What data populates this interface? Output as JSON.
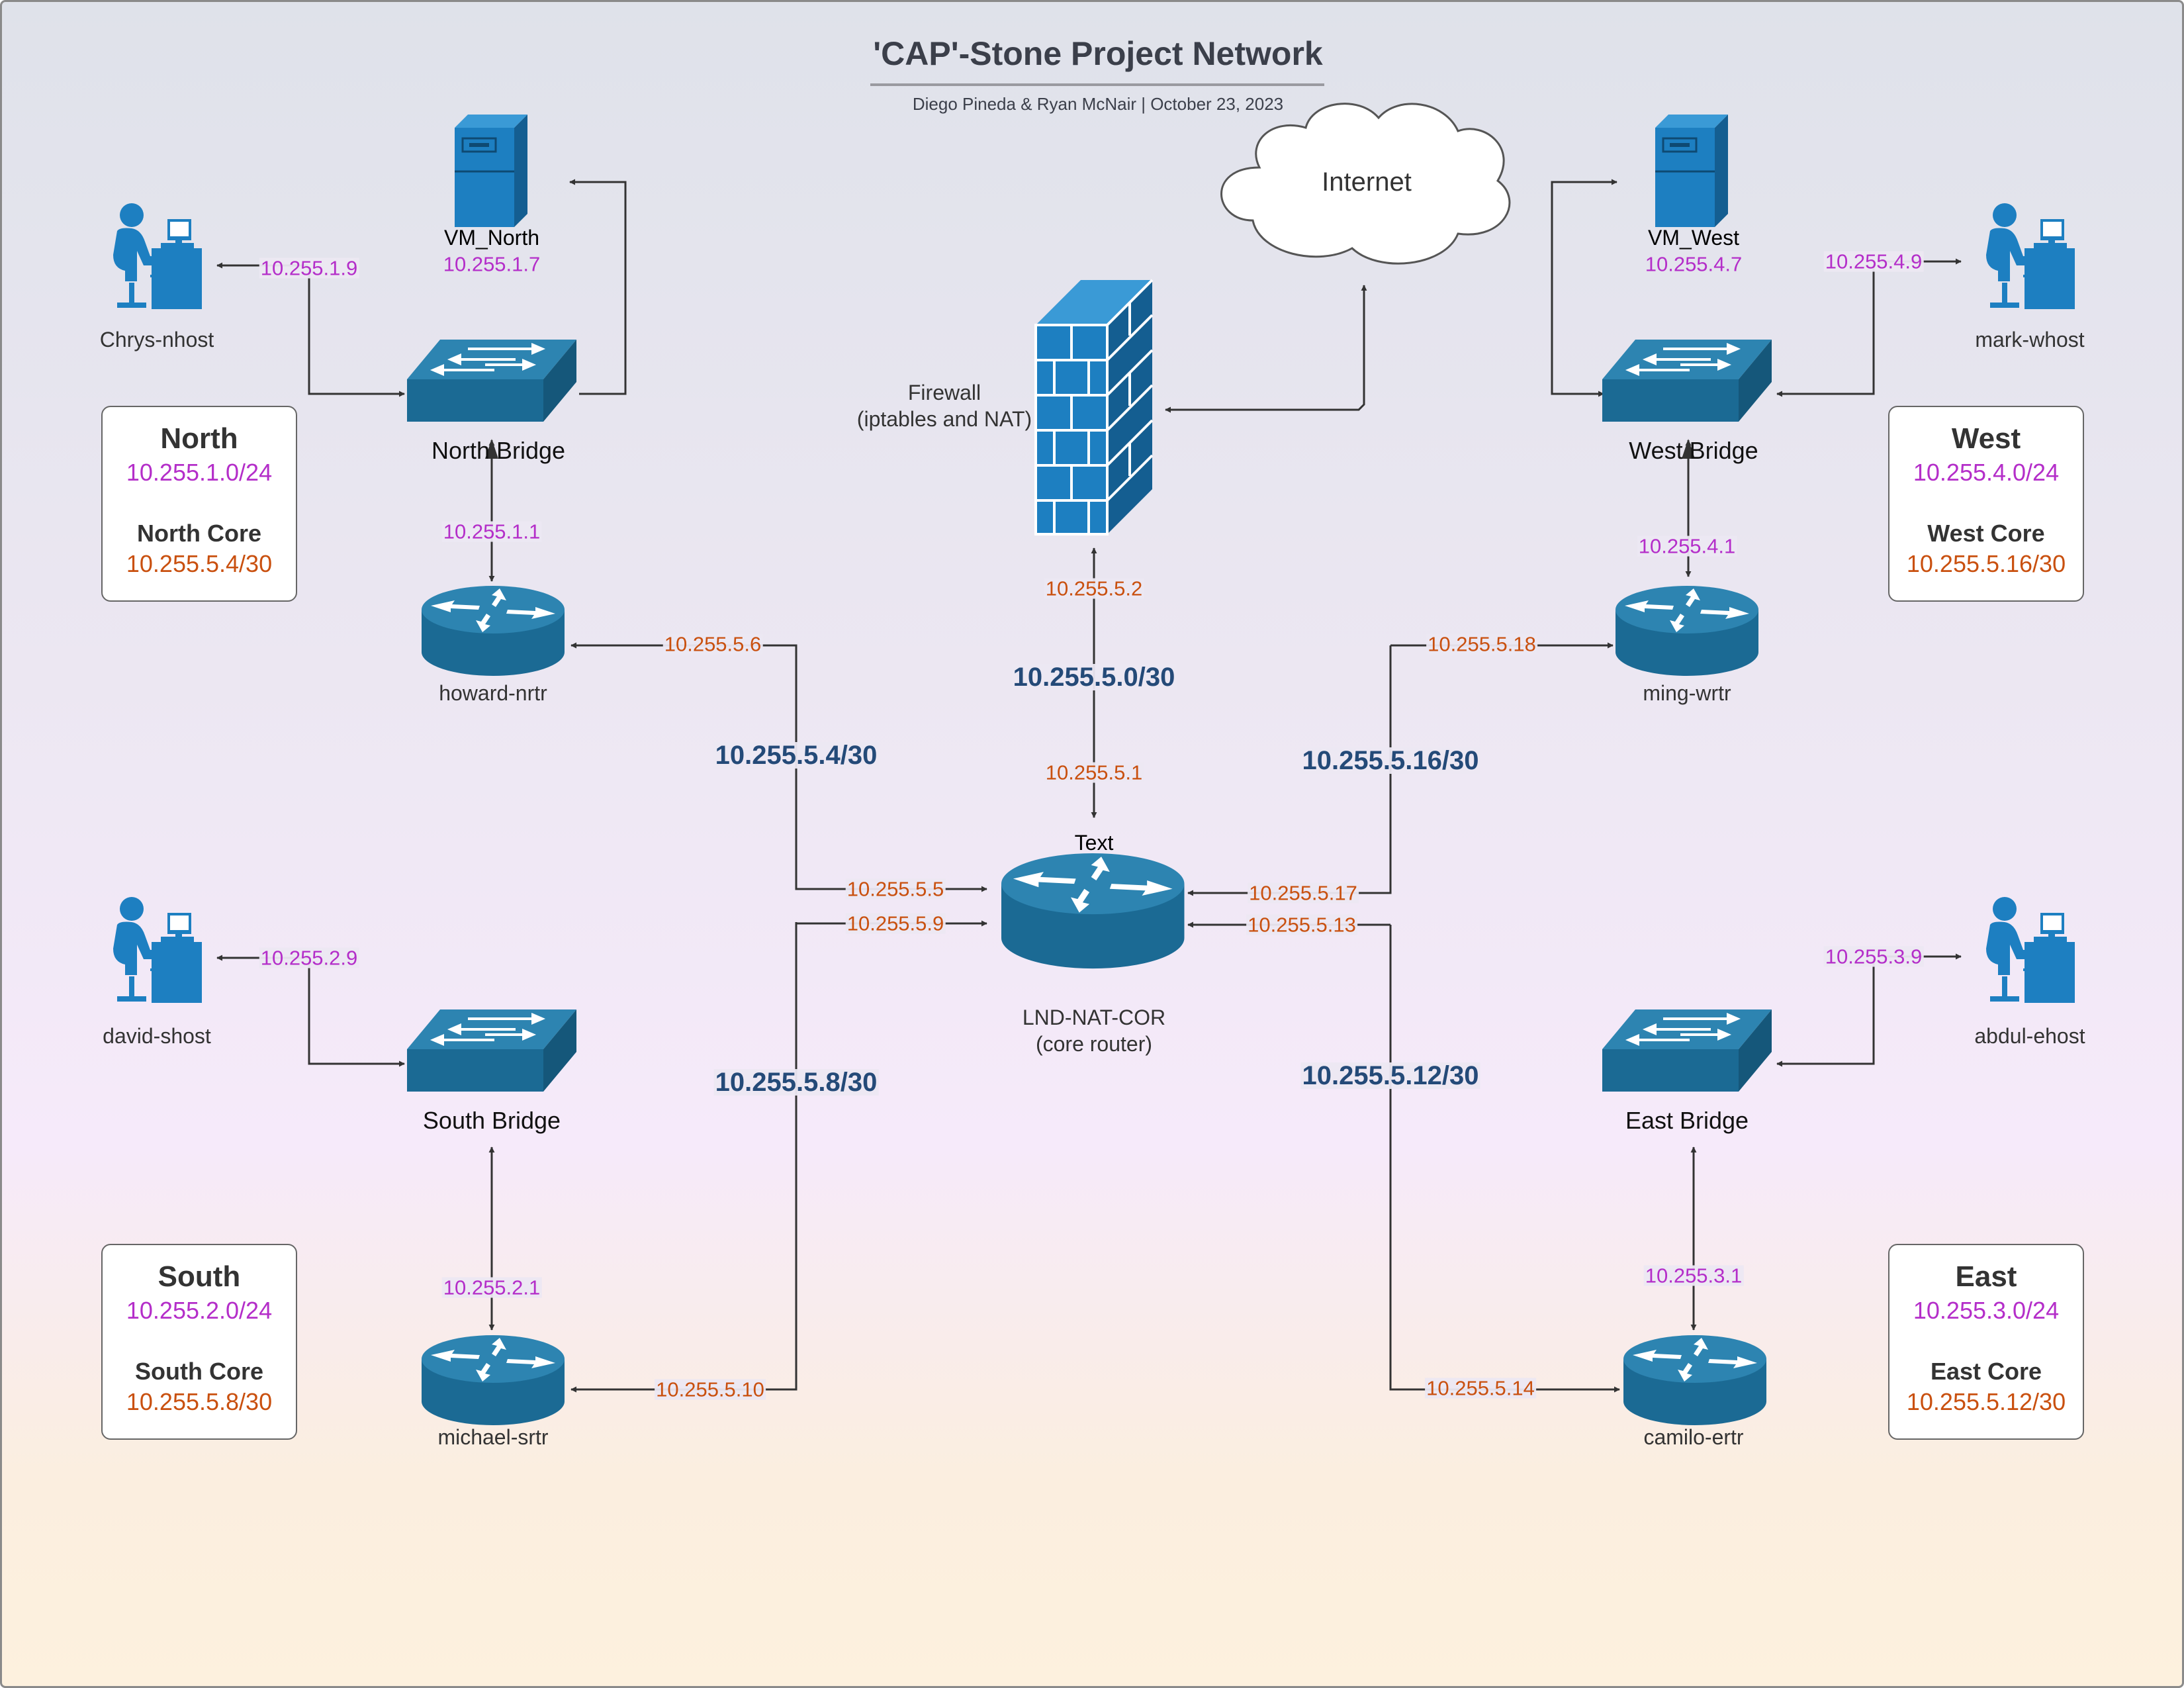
{
  "header": {
    "title": "'CAP'-Stone Project Network",
    "subtitle": "Diego Pineda & Ryan McNair  |  October 23, 2023"
  },
  "cloud": {
    "label": "Internet"
  },
  "firewall": {
    "label_line1": "Firewall",
    "label_line2": "(iptables and NAT)",
    "ip": "10.255.5.2"
  },
  "core_router": {
    "name_line1": "LND-NAT-COR",
    "name_line2": "(core router)",
    "top_text": "Text",
    "ip_up": "10.255.5.1"
  },
  "core_link": {
    "network": "10.255.5.0/30"
  },
  "regions": {
    "north": {
      "box_name": "North",
      "subnet": "10.255.1.0/24",
      "core_label": "North Core",
      "core_subnet": "10.255.5.4/30",
      "host": "Chrys-nhost",
      "host_ip": "10.255.1.9",
      "vm": "VM_North",
      "vm_ip": "10.255.1.7",
      "bridge": "North  Bridge",
      "router": "howard-nrtr",
      "router_lan_ip": "10.255.1.1",
      "router_wan_ip": "10.255.5.6",
      "core_side_ip": "10.255.5.5",
      "link_network": "10.255.5.4/30"
    },
    "west": {
      "box_name": "West",
      "subnet": "10.255.4.0/24",
      "core_label": "West Core",
      "core_subnet": "10.255.5.16/30",
      "host": "mark-whost",
      "host_ip": "10.255.4.9",
      "vm": "VM_West",
      "vm_ip": "10.255.4.7",
      "bridge": "West  Bridge",
      "router": "ming-wrtr",
      "router_lan_ip": "10.255.4.1",
      "router_wan_ip": "10.255.5.18",
      "core_side_ip": "10.255.5.17",
      "link_network": "10.255.5.16/30"
    },
    "south": {
      "box_name": "South",
      "subnet": "10.255.2.0/24",
      "core_label": "South Core",
      "core_subnet": "10.255.5.8/30",
      "host": "david-shost",
      "host_ip": "10.255.2.9",
      "bridge": "South  Bridge",
      "router": "michael-srtr",
      "router_lan_ip": "10.255.2.1",
      "router_wan_ip": "10.255.5.10",
      "core_side_ip": "10.255.5.9",
      "link_network": "10.255.5.8/30"
    },
    "east": {
      "box_name": "East",
      "subnet": "10.255.3.0/24",
      "core_label": "East Core",
      "core_subnet": "10.255.5.12/30",
      "host": "abdul-ehost",
      "host_ip": "10.255.3.9",
      "bridge": "East  Bridge",
      "router": "camilo-ertr",
      "router_lan_ip": "10.255.3.1",
      "router_wan_ip": "10.255.5.14",
      "core_side_ip": "10.255.5.13",
      "link_network": "10.255.5.12/30"
    }
  },
  "colors": {
    "device": "#1b6a94",
    "device_top": "#2d84b1",
    "server": "#1d7fc1",
    "host_ip": "#b42ec9",
    "core_ip": "#c9500f",
    "network": "#244a78"
  }
}
